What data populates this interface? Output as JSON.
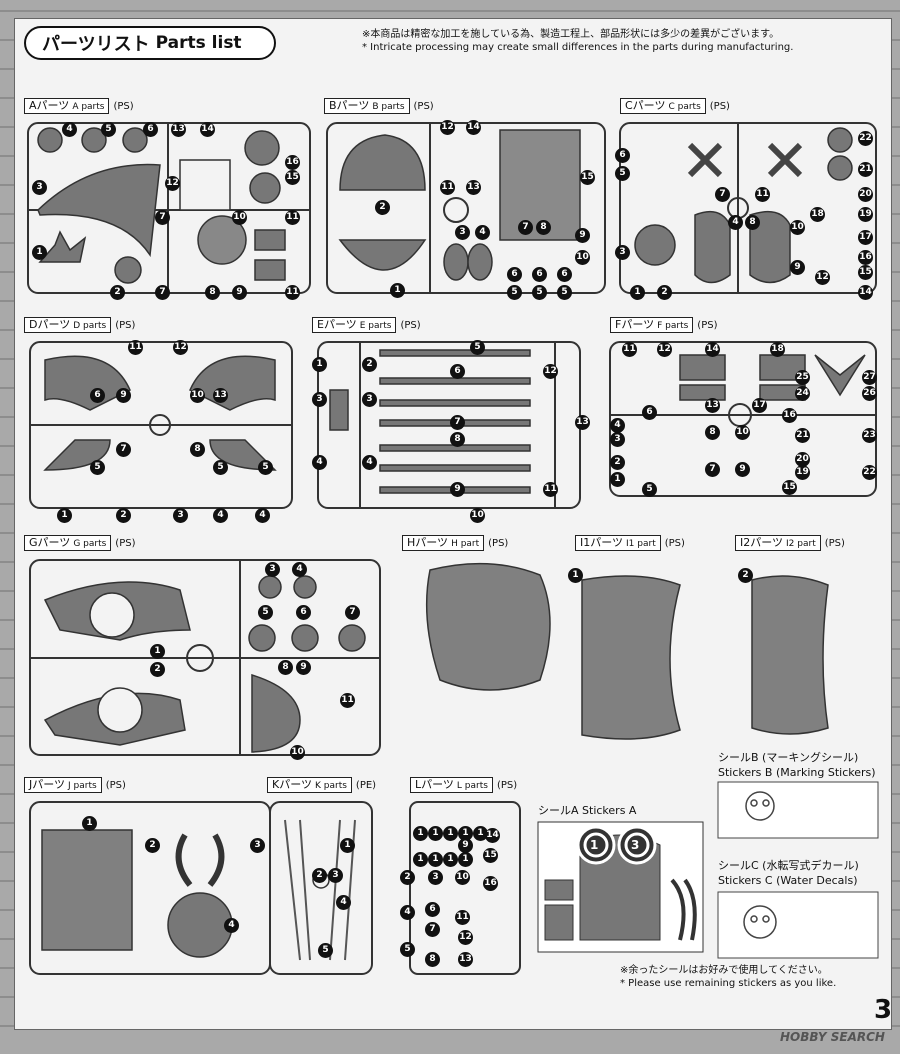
{
  "header": {
    "title_jp": "パーツリスト",
    "title_en": "Parts list",
    "note_jp": "※本商品は精密な加工を施している為、製造工程上、部品形状には多少の差異がございます。",
    "note_en": "* Intricate processing may create small differences in the parts during manufacturing."
  },
  "sections": [
    {
      "id": "A",
      "jp": "Aパーツ",
      "en": "A parts",
      "mat": "(PS)"
    },
    {
      "id": "B",
      "jp": "Bパーツ",
      "en": "B parts",
      "mat": "(PS)"
    },
    {
      "id": "C",
      "jp": "Cパーツ",
      "en": "C parts",
      "mat": "(PS)"
    },
    {
      "id": "D",
      "jp": "Dパーツ",
      "en": "D parts",
      "mat": "(PS)"
    },
    {
      "id": "E",
      "jp": "Eパーツ",
      "en": "E parts",
      "mat": "(PS)"
    },
    {
      "id": "F",
      "jp": "Fパーツ",
      "en": "F parts",
      "mat": "(PS)"
    },
    {
      "id": "G",
      "jp": "Gパーツ",
      "en": "G parts",
      "mat": "(PS)"
    },
    {
      "id": "H",
      "jp": "Hパーツ",
      "en": "H part",
      "mat": "(PS)"
    },
    {
      "id": "I1",
      "jp": "I1パーツ",
      "en": "I1 part",
      "mat": "(PS)"
    },
    {
      "id": "I2",
      "jp": "I2パーツ",
      "en": "I2 part",
      "mat": "(PS)"
    },
    {
      "id": "J",
      "jp": "Jパーツ",
      "en": "J parts",
      "mat": "(PS)"
    },
    {
      "id": "K",
      "jp": "Kパーツ",
      "en": "K parts",
      "mat": "(PE)"
    },
    {
      "id": "L",
      "jp": "Lパーツ",
      "en": "L parts",
      "mat": "(PS)"
    }
  ],
  "stickers": {
    "a_label": "シールA Stickers A",
    "b_label_jp": "シールB (マーキングシール)",
    "b_label_en": "Stickers B (Marking Stickers)",
    "c_label_jp": "シールC (水転写式デカール)",
    "c_label_en": "Stickers C (Water Decals)",
    "a_numbers": [
      "1",
      "3"
    ]
  },
  "footer": {
    "note_jp": "※余ったシールはお好みで使用してください。",
    "note_en": "* Please use remaining stickers as you like."
  },
  "watermark": "HOBBY SEARCH",
  "page_number": "3",
  "part_numbers": {
    "A": [
      "4",
      "5",
      "6",
      "13",
      "14",
      "3",
      "16",
      "12",
      "15",
      "7",
      "1",
      "10",
      "11",
      "2",
      "7",
      "8",
      "9",
      "11"
    ],
    "B": [
      "12",
      "14",
      "11",
      "13",
      "15",
      "2",
      "3",
      "4",
      "7",
      "8",
      "1",
      "9",
      "10",
      "6",
      "6",
      "6",
      "5",
      "5",
      "5"
    ],
    "C": [
      "22",
      "6",
      "5",
      "21",
      "20",
      "7",
      "11",
      "4",
      "8",
      "18",
      "19",
      "3",
      "10",
      "17",
      "16",
      "9",
      "15",
      "12",
      "1",
      "2",
      "14"
    ],
    "D": [
      "11",
      "12",
      "6",
      "9",
      "10",
      "13",
      "7",
      "8",
      "5",
      "5",
      "5",
      "1",
      "2",
      "3",
      "4",
      "4"
    ],
    "E": [
      "5",
      "1",
      "2",
      "6",
      "3",
      "3",
      "12",
      "7",
      "8",
      "13",
      "4",
      "4",
      "9",
      "11",
      "10"
    ],
    "F": [
      "11",
      "12",
      "14",
      "18",
      "25",
      "27",
      "24",
      "26",
      "4",
      "6",
      "13",
      "17",
      "3",
      "8",
      "10",
      "16",
      "21",
      "23",
      "2",
      "7",
      "9",
      "20",
      "1",
      "5",
      "19",
      "15",
      "22"
    ],
    "G": [
      "3",
      "4",
      "5",
      "6",
      "7",
      "1",
      "2",
      "8",
      "9",
      "11",
      "10"
    ],
    "I1": [
      "1"
    ],
    "I2": [
      "2"
    ],
    "J": [
      "1",
      "2",
      "3",
      "4"
    ],
    "K": [
      "1",
      "2",
      "3",
      "4",
      "5"
    ],
    "L": [
      "1",
      "1",
      "1",
      "1",
      "1",
      "14",
      "1",
      "1",
      "1",
      "1",
      "9",
      "15",
      "2",
      "3",
      "10",
      "16",
      "4",
      "6",
      "11",
      "7",
      "12",
      "5",
      "8",
      "13"
    ]
  }
}
